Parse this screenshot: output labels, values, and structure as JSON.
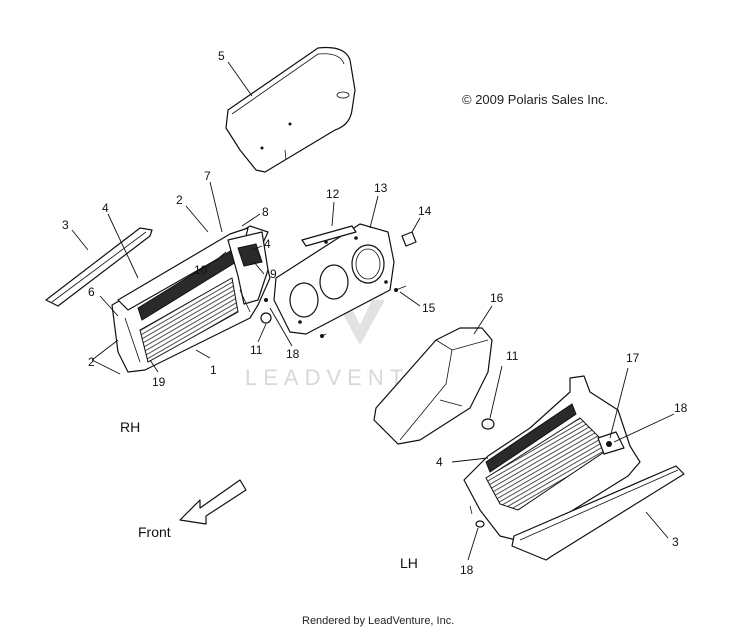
{
  "copyright": "© 2009 Polaris Sales Inc.",
  "watermark": "LEADVENTURE",
  "footer": "Rendered by LeadVenture, Inc.",
  "side_labels": {
    "rh": "RH",
    "lh": "LH",
    "front": "Front"
  },
  "callouts": {
    "c5": "5",
    "c3a": "3",
    "c4a": "4",
    "c2a": "2",
    "c7": "7",
    "c8": "8",
    "c4b": "4",
    "c10": "10",
    "c9": "9",
    "c6": "6",
    "c2b": "2",
    "c19": "19",
    "c1": "1",
    "c11a": "11",
    "c18a": "18",
    "c12": "12",
    "c13": "13",
    "c14": "14",
    "c15": "15",
    "c16": "16",
    "c11b": "11",
    "c17": "17",
    "c18b": "18",
    "c4c": "4",
    "c3b": "3",
    "c18c": "18"
  }
}
